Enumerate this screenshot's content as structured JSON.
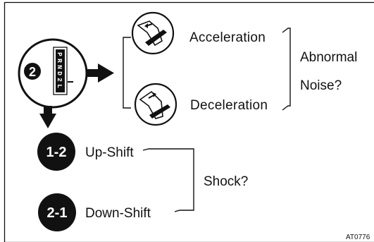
{
  "step_badge": "2",
  "shift_positions": [
    "P",
    "R",
    "N",
    "D",
    "2",
    "L"
  ],
  "pedal_branch": {
    "acceleration": "Acceleration",
    "deceleration": "Deceleration",
    "question_line1": "Abnormal",
    "question_line2": "Noise?"
  },
  "shift_branch": {
    "upshift_badge": "1-2",
    "upshift_label": "Up-Shift",
    "downshift_badge": "2-1",
    "downshift_label": "Down-Shift",
    "question": "Shock?"
  },
  "figure_code": "AT0776",
  "colors": {
    "ink": "#111111",
    "paper": "#ffffff"
  }
}
